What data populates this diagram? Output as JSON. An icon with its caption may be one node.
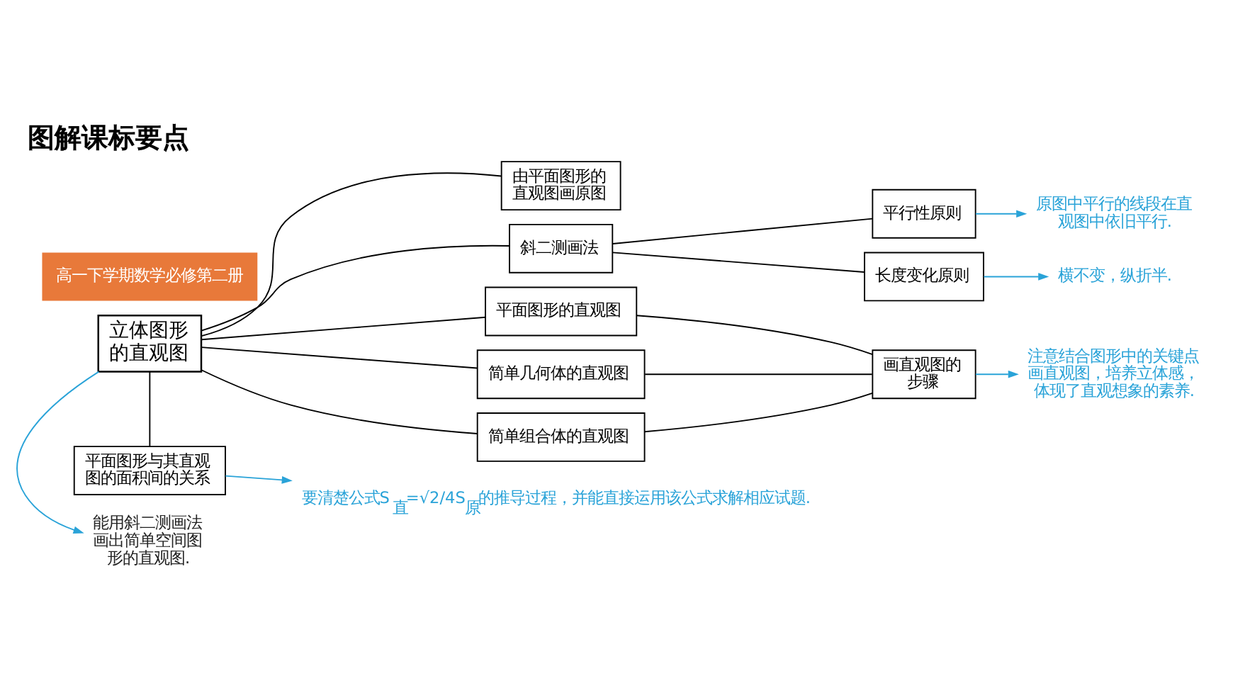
{
  "diagram": {
    "title": "图解课标要点",
    "nodes": [
      {
        "text": [
          "由平面图形的直观图画原图"
        ]
      },
      {
        "text": [
          "立体图形的直观图"
        ]
      },
      {
        "text": [
          "能用斜二测画法画出简单空间图形的直观图."
        ]
      },
      {
        "text": [
          "斜二测画法"
        ]
      },
      {
        "text": [
          "平行性原则"
        ]
      },
      {
        "text": [
          "长度变化原则"
        ]
      },
      {
        "text": [
          "原图中平行的线段在直观图中依旧平行."
        ]
      },
      {
        "text": [
          "横不变，纵折半."
        ]
      },
      {
        "text": [
          "平面图形的直观图"
        ]
      },
      {
        "text": [
          "简单几何体的直观图"
        ]
      },
      {
        "text": [
          "简单组合体的直观图"
        ]
      },
      {
        "text": [
          "画直观图的步骤"
        ]
      },
      {
        "text": [
          "注意结合图形中的关键点画直观图，培养立体感，体现了直观想象的素养."
        ]
      },
      {
        "text": [
          "平面图形与其直观图的面积间的关系"
        ]
      },
      {
        "text": [
          "要清楚公式S$_{直}$=√2/4S$_{原}$的推导过程，并能直接运用该公式求解相应试题."
        ]
      }
    ],
    "edges": [
      {
        "from": 1,
        "to": 0,
        "arrow": "none"
      },
      {
        "from": 1,
        "to": 2,
        "arrow": "to",
        "color": "#2aa3d8"
      },
      {
        "from": 1,
        "to": 3,
        "arrow": "none"
      },
      {
        "from": 1,
        "to": 8,
        "arrow": "none"
      },
      {
        "from": 1,
        "to": 9,
        "arrow": "none"
      },
      {
        "from": 1,
        "to": 10,
        "arrow": "none"
      },
      {
        "from": 3,
        "to": 4,
        "arrow": "none"
      },
      {
        "from": 3,
        "to": 5,
        "arrow": "none"
      },
      {
        "from": 4,
        "to": 6,
        "arrow": "to",
        "color": "#2aa3d8"
      },
      {
        "from": 5,
        "to": 7,
        "arrow": "to",
        "color": "#2aa3d8"
      },
      {
        "from": 8,
        "to": 11,
        "arrow": "none"
      },
      {
        "from": 9,
        "to": 11,
        "arrow": "none"
      },
      {
        "from": 10,
        "to": 11,
        "arrow": "none"
      },
      {
        "from": 11,
        "to": 12,
        "arrow": "to",
        "color": "#2aa3d8"
      },
      {
        "from": 1,
        "to": 13,
        "arrow": "none"
      },
      {
        "from": 13,
        "to": 14,
        "arrow": "to",
        "color": "#2aa3d8"
      }
    ],
    "labels": [
      "高一下学期数学必修第二册"
    ]
  }
}
